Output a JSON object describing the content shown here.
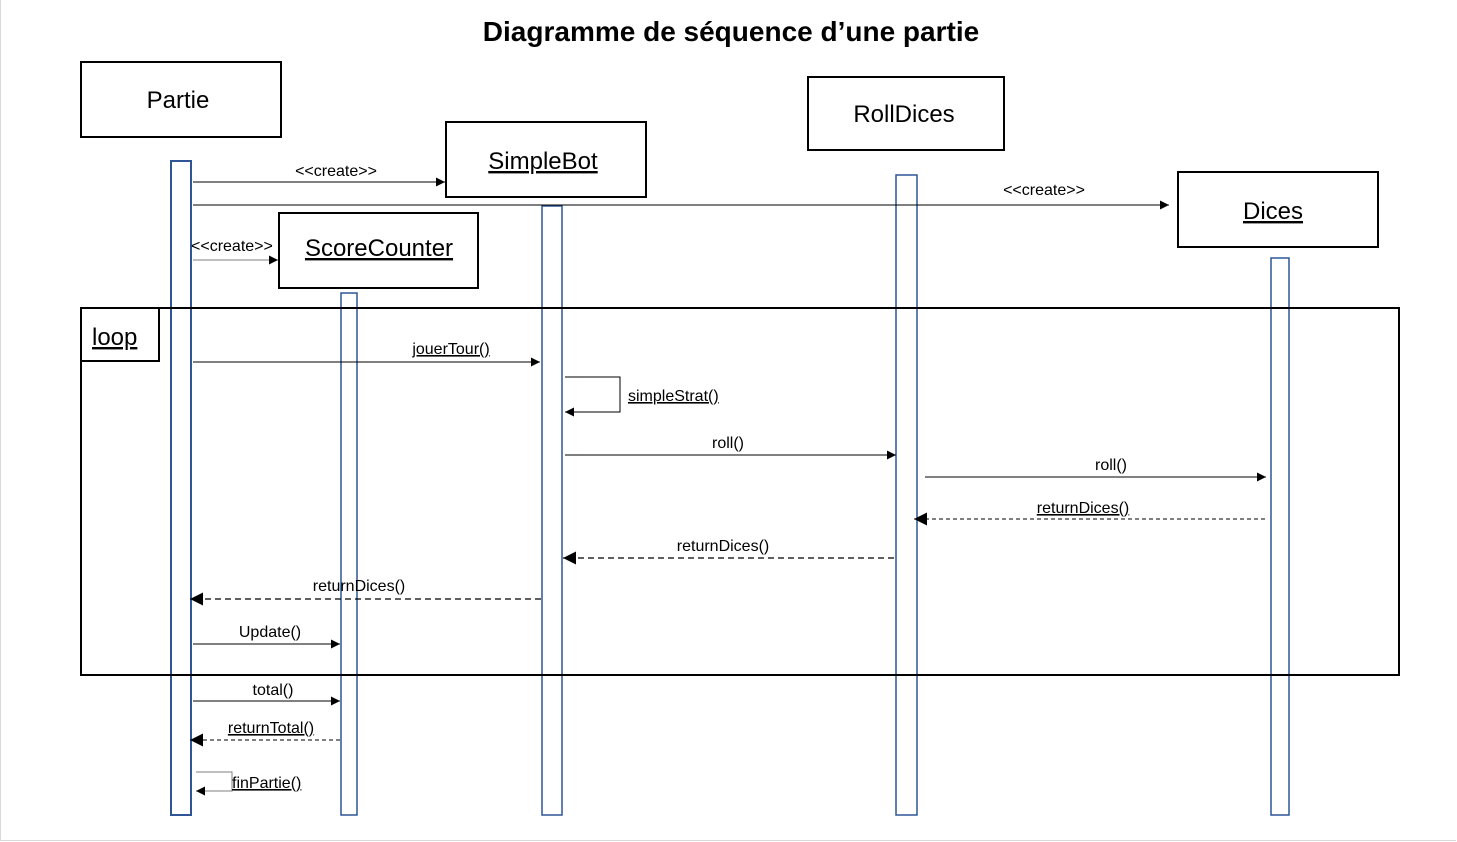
{
  "title": "Diagramme de séquence d’une partie",
  "participants": {
    "partie": "Partie",
    "simplebot": "SimpleBot",
    "rolldices": "RollDices",
    "dices": "Dices",
    "scorecounter": "ScoreCounter"
  },
  "fragment": {
    "loop": "loop"
  },
  "messages": {
    "create_simplebot": "<<create>>",
    "create_dices": "<<create>>",
    "create_scorecounter": "<<create>>",
    "jouer_tour": "jouerTour()",
    "simple_strat": "simpleStrat()",
    "roll_1": "roll()",
    "roll_2": "roll()",
    "return_dices_1": "returnDices()",
    "return_dices_2": "returnDices()",
    "return_dices_3": "returnDices()",
    "update": "Update()",
    "total": "total()",
    "return_total": "returnTotal()",
    "fin_partie": "finPartie()"
  },
  "colors": {
    "lifeline": "#2f5597",
    "line": "#000000",
    "spellcheck": "#c00000"
  }
}
